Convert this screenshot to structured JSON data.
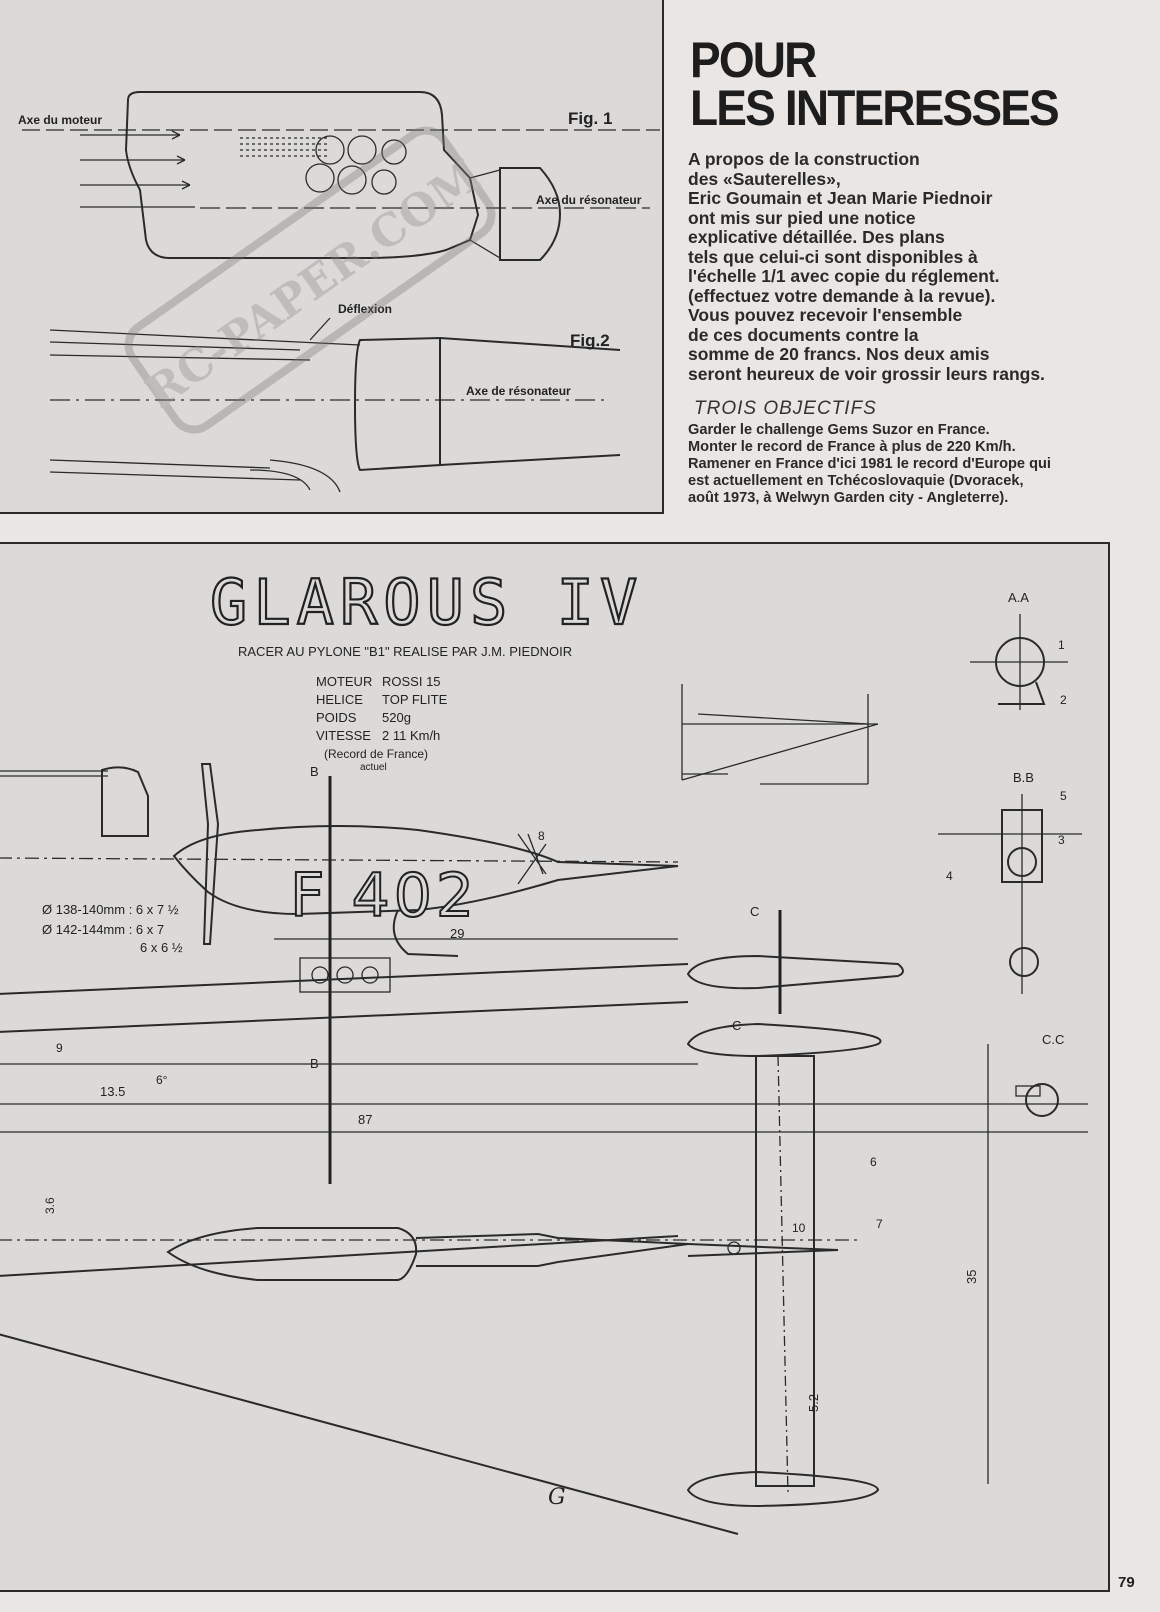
{
  "figures": {
    "fig1": {
      "label": "Fig. 1",
      "axis_motor": "Axe du moteur",
      "axis_resonator": "Axe du résonateur"
    },
    "fig2": {
      "label": "Fig.2",
      "deflection": "Déflexion",
      "axis_resonator": "Axe de résonateur"
    }
  },
  "watermark": {
    "text": "RC-PAPER.COM"
  },
  "article": {
    "title_lines": [
      "POUR",
      "LES INTERESSES"
    ],
    "paragraph_lines": [
      "A propos de la construction",
      "des «Sauterelles»,",
      "Eric Goumain et Jean Marie Piednoir",
      "ont mis sur pied une notice",
      "explicative détaillée. Des plans",
      "tels que celui-ci sont disponibles à",
      "l'échelle 1/1 avec copie du réglement.",
      "(effectuez votre demande à la revue).",
      "Vous pouvez recevoir l'ensemble",
      "de ces documents contre la",
      "somme de 20 francs. Nos deux amis",
      "seront heureux de voir grossir leurs rangs."
    ],
    "objectives_heading": "TROIS OBJECTIFS",
    "objectives": [
      "Garder le challenge Gems Suzor en France.",
      "Monter le record de France à plus de 220 Km/h.",
      "Ramener en France d'ici 1981 le record d'Europe qui",
      "est actuellement en Tchécoslovaquie (Dvoracek,",
      "août 1973, à Welwyn Garden city - Angleterre)."
    ]
  },
  "plan": {
    "title": "GLAROUS IV",
    "subtitle": "RACER AU PYLONE \"B1\" REALISE PAR J.M. PIEDNOIR",
    "specs": [
      {
        "key": "MOTEUR",
        "value": "ROSSI 15"
      },
      {
        "key": "HELICE",
        "value": "TOP FLITE"
      },
      {
        "key": "POIDS",
        "value": "520g"
      },
      {
        "key": "VITESSE",
        "value": "2 11 Km/h"
      }
    ],
    "record_note": "(Record de France)",
    "record_note2": "actuel",
    "registration": "F 402",
    "prop_sizes": [
      "Ø 138-140mm : 6 x 7 ½",
      "Ø 142-144mm : 6 x 7",
      "6 x 6 ½"
    ],
    "sections": {
      "aa": "A.A",
      "bb": "B.B",
      "cc": "C.C",
      "b": "B",
      "c": "C"
    },
    "dimensions": {
      "d29": "29",
      "d13_5": "13.5",
      "d87": "87",
      "d35": "35",
      "d3_6": "3.6",
      "d5_2": "5.2",
      "angle": "6°"
    },
    "part_numbers": [
      "1",
      "2",
      "3",
      "4",
      "5",
      "6",
      "7",
      "8",
      "9",
      "10"
    ],
    "signature": "G"
  },
  "page_number": "79"
}
